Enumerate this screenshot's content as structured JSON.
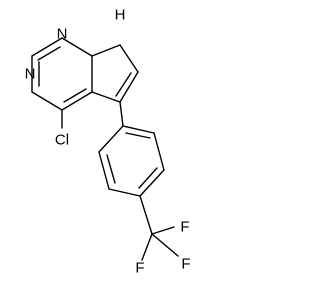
{
  "atoms": {
    "n1": "N",
    "n3": "N",
    "nh": "H",
    "cl": "Cl",
    "f_top": "F",
    "f_left": "F",
    "f_bottom": "F"
  }
}
